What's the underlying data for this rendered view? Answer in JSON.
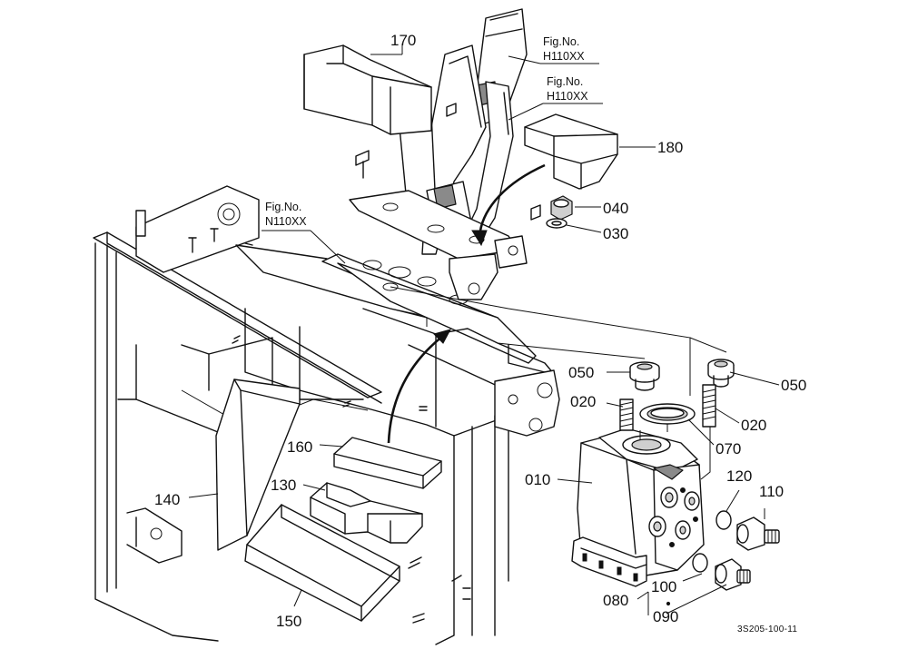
{
  "part_labels": {
    "p170": "170",
    "p180": "180",
    "p040": "040",
    "p030": "030",
    "p050_left": "050",
    "p050_right": "050",
    "p020_left": "020",
    "p020_right": "020",
    "p070": "070",
    "p010": "010",
    "p120": "120",
    "p110": "110",
    "p160": "160",
    "p130": "130",
    "p140": "140",
    "p150": "150",
    "p100": "100",
    "p080": "080",
    "p090": "090"
  },
  "figure_refs": {
    "ref1": {
      "line1": "Fig.No.",
      "line2": "H110XX"
    },
    "ref2": {
      "line1": "Fig.No.",
      "line2": "H110XX"
    },
    "ref3": {
      "line1": "Fig.No.",
      "line2": "N110XX"
    }
  },
  "drawing_code": "3S205-100-11"
}
